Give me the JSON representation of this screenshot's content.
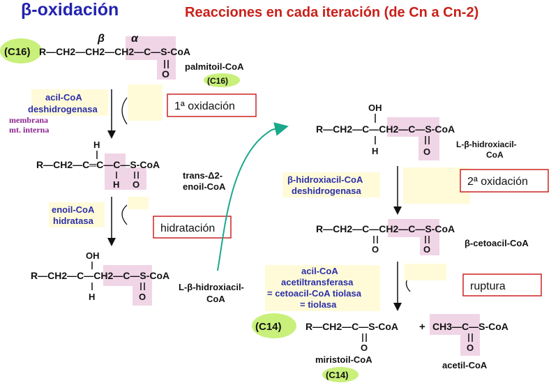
{
  "title": "β-oxidación",
  "subtitle": "Reacciones en cada iteración (de Cn a Cn-2)",
  "colors": {
    "title": "#2323b0",
    "subtitle": "#c8201a",
    "highlight": "#f0d5e6",
    "green": "#c8f07a",
    "arrow": "#1aa88a",
    "enzyme": "#2b2ea8",
    "membrane": "#8b2790",
    "box": "#cc2222"
  },
  "struct1": {
    "c16": "(C16)",
    "chain": "R—CH2—CH2—CH2—C—S-CoA",
    "beta": "β",
    "alpha": "α",
    "o": "O",
    "name": "palmitoil-CoA",
    "name_c": "(C16)"
  },
  "step1": {
    "enzyme_line1": "acil-CoA",
    "enzyme_line2": "deshidrogenasa",
    "membrane_line1": "membrana",
    "membrane_line2": "mt. interna",
    "label": "1ª oxidación"
  },
  "struct2": {
    "h_top": "H",
    "chain": "R—CH2—C═C—C—S-CoA",
    "h_bottom": "H",
    "o": "O",
    "name_line1": "trans-Δ2-",
    "name_line2": "enoil-CoA"
  },
  "step2": {
    "enzyme_line1": "enoil-CoA",
    "enzyme_line2": "hidratasa",
    "label": "hidratación"
  },
  "struct3": {
    "oh": "OH",
    "chain": "R—CH2—C—CH2—C—S-CoA",
    "h": "H",
    "o": "O",
    "name_line1": "L-β-hidroxiacil-",
    "name_line2": "CoA"
  },
  "struct4": {
    "oh": "OH",
    "chain": "R—CH2—C—CH2—C—S-CoA",
    "h": "H",
    "o": "O",
    "name_line1": "L-β-hidroxiacil-",
    "name_line2": "CoA"
  },
  "step3": {
    "enzyme_line1": "β-hidroxiacil-CoA",
    "enzyme_line2": "deshidrogenasa",
    "label": "2ª oxidación"
  },
  "struct5": {
    "chain": "R—CH2—C—CH2—C—S-CoA",
    "o1": "O",
    "o2": "O",
    "name": "β-cetoacil-CoA"
  },
  "step4": {
    "enzyme_line1": "acil-CoA",
    "enzyme_line2": "acetiltransferasa",
    "enzyme_line3": "= cetoacil-CoA tiolasa",
    "enzyme_line4": "= tiolasa",
    "label": "ruptura"
  },
  "products": {
    "c14": "(C14)",
    "chain1": "R—CH2—C—S-CoA",
    "plus": "+",
    "chain2": "CH3—C—S-CoA",
    "o1": "O",
    "o2": "O",
    "name1": "miristoil-CoA",
    "name1_c": "(C14)",
    "name2": "acetil-CoA"
  }
}
